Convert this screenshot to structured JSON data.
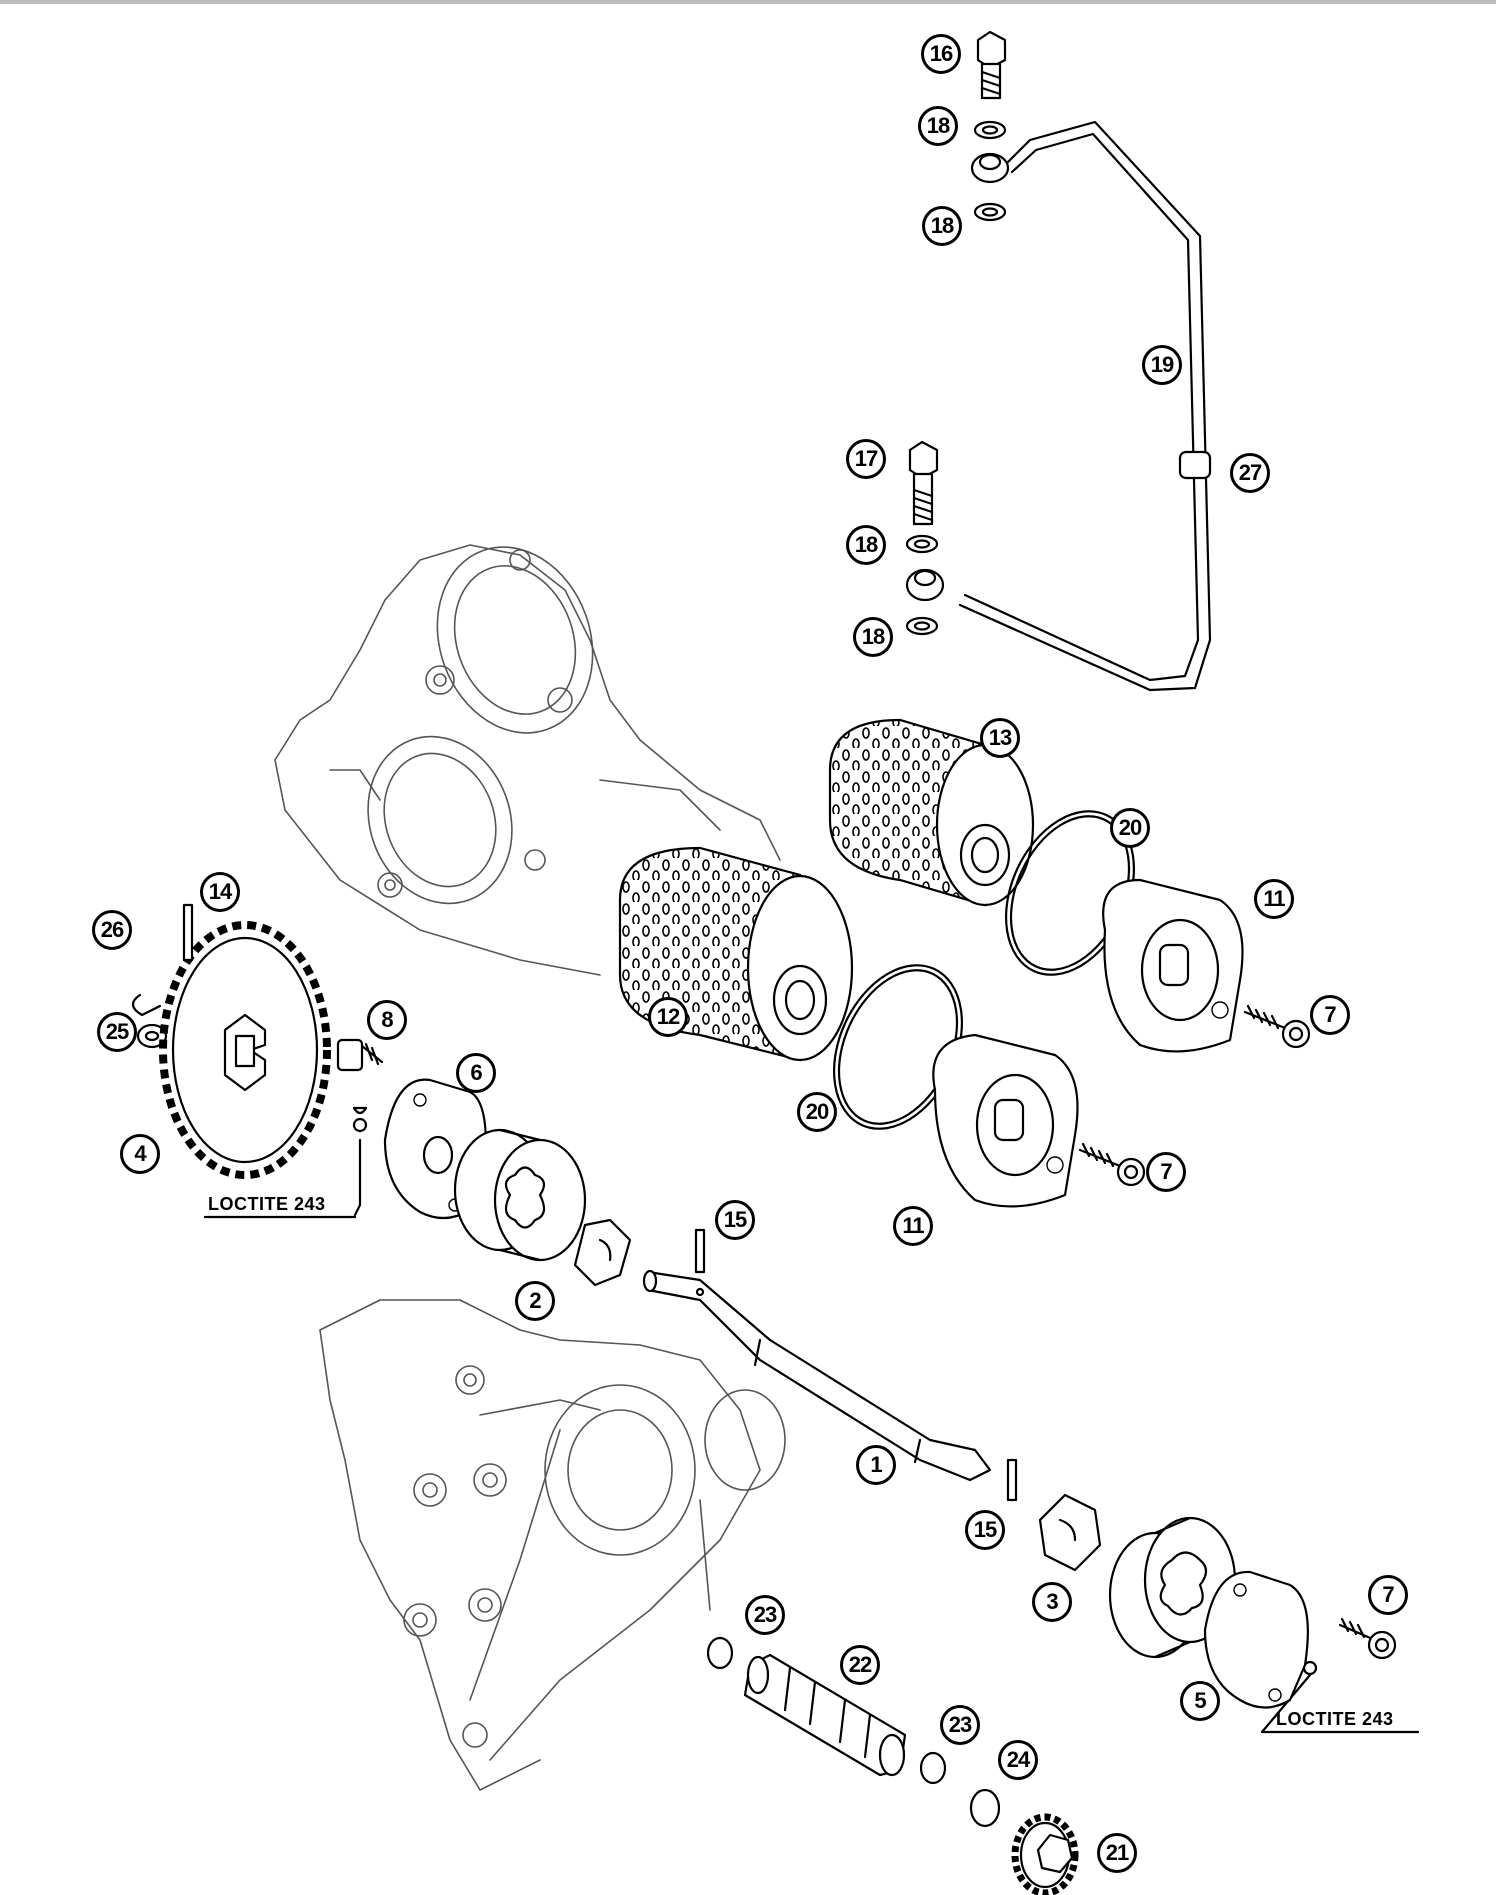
{
  "notes": [
    "LOCTITE 243",
    "LOCTITE 243"
  ],
  "callouts": [
    "16",
    "18",
    "18",
    "19",
    "27",
    "17",
    "18",
    "18",
    "13",
    "20",
    "11",
    "12",
    "20",
    "11",
    "7",
    "7",
    "14",
    "26",
    "25",
    "8",
    "6",
    "4",
    "15",
    "2",
    "1",
    "15",
    "3",
    "7",
    "5",
    "23",
    "22",
    "23",
    "24",
    "21"
  ]
}
